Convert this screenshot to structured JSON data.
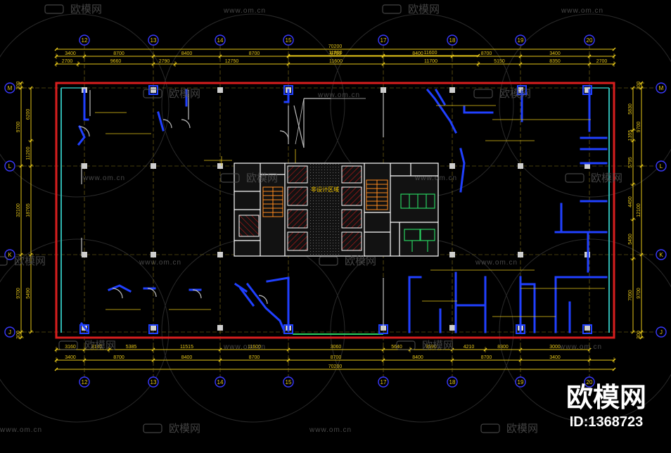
{
  "grid": {
    "vertical": [
      "12",
      "13",
      "14",
      "15",
      "17",
      "18",
      "19",
      "20"
    ],
    "horizontal": [
      "M",
      "L",
      "K",
      "J"
    ]
  },
  "dims": {
    "top_total": "70200",
    "top_row2": [
      "11800",
      "11600"
    ],
    "top_row3": [
      "3400",
      "8700",
      "8400",
      "8700",
      "8700",
      "8400",
      "8700",
      "3400"
    ],
    "top_row4": [
      "2700",
      "9660",
      "2790",
      "12750",
      "11600",
      "11700",
      "5150",
      "8350",
      "2700"
    ],
    "bottom_row1": [
      "3160",
      "3140",
      "5385",
      "11515",
      "11600",
      "3060",
      "5640",
      "3590",
      "4210",
      "8300",
      "3000"
    ],
    "bottom_row2": [
      "3400",
      "8700",
      "8400",
      "8700",
      "8700",
      "8400",
      "8700",
      "3400"
    ],
    "bottom_total": "70200",
    "left_outer": [
      "300",
      "9700",
      "32100",
      "9700",
      "300"
    ],
    "left_inner": [
      "6200",
      "11200",
      "18765",
      "5490"
    ],
    "right_outer": [
      "300",
      "9700",
      "12100",
      "9700",
      "300"
    ],
    "right_inner": [
      "5830",
      "1355",
      "5795",
      "4450",
      "5450",
      "7050"
    ]
  },
  "core": {
    "label": "非设计区域"
  },
  "watermark": {
    "logo_text": "欧模网",
    "url_text": "www.om.cn",
    "big_text": "欧模网",
    "id_text": "ID:1368723"
  },
  "colors": {
    "background": "#000000",
    "dimension": "#e6c619",
    "grid_bubble": "#3a3aff",
    "outer_wall": "#d81e1e",
    "glass_wall": "#2fb6b0",
    "partition": "#2040ff",
    "column": "#cfcfcf",
    "core_hatch": "#c01818",
    "stair": "#ff8a1e",
    "green_fixture": "#28d060",
    "white": "#ffffff"
  }
}
